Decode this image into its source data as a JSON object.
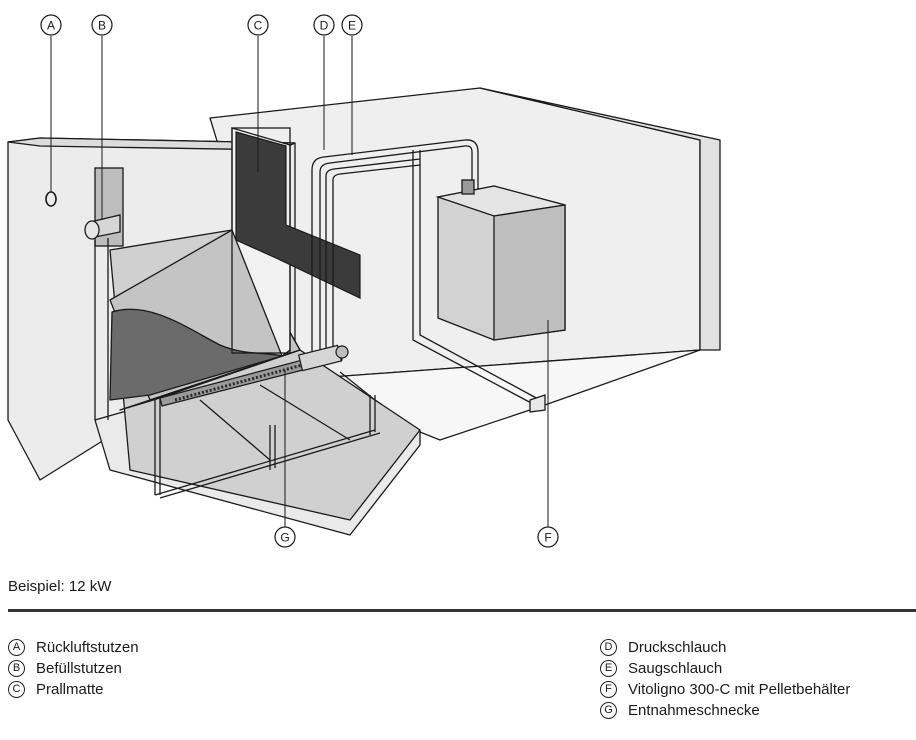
{
  "markers": [
    "A",
    "B",
    "C",
    "D",
    "E",
    "F",
    "G"
  ],
  "caption": "Beispiel: 12 kW",
  "legend": [
    {
      "key": "A",
      "label": "Rückluftstutzen"
    },
    {
      "key": "B",
      "label": "Befüllstutzen"
    },
    {
      "key": "C",
      "label": "Prallmatte"
    },
    {
      "key": "D",
      "label": "Druckschlauch"
    },
    {
      "key": "E",
      "label": "Saugschlauch"
    },
    {
      "key": "F",
      "label": "Vitoligno 300-C mit Pelletbehälter"
    },
    {
      "key": "G",
      "label": "Entnahmeschnecke"
    }
  ],
  "colors": {
    "wall": "#ececec",
    "wall_dark": "#d8d8d8",
    "floor": "#f6f6f6",
    "slope": "#c7c7c7",
    "pellets": "#6b6b6b",
    "mat": "#3b3b3b",
    "boiler": "#cfcfcf",
    "line": "#1a1a1a"
  }
}
